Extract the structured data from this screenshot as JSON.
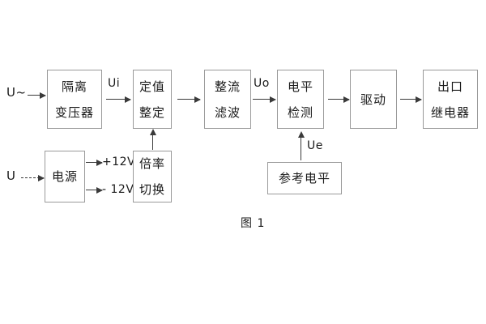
{
  "figure": {
    "caption": "图 1",
    "background_color": "#ffffff",
    "box_border_color": "#9a9a9a",
    "line_color": "#3a3a3a"
  },
  "blocks": {
    "isolation_transformer": {
      "line1": "隔离",
      "line2": "变压器"
    },
    "setting_value": {
      "line1": "定值",
      "line2": "整定"
    },
    "rectify_filter": {
      "line1": "整流",
      "line2": "滤波"
    },
    "level_detect": {
      "line1": "电平",
      "line2": "检测"
    },
    "drive": {
      "line1": "驱动"
    },
    "output_relay": {
      "line1": "出口",
      "line2": "继电器"
    },
    "power_supply": {
      "line1": "电源"
    },
    "ratio_switch": {
      "line1": "倍率",
      "line2": "切换"
    },
    "reference_level": {
      "line1": "参考电平"
    }
  },
  "signals": {
    "input_ac": "U~",
    "input_dc": "U",
    "ui": "Ui",
    "uo": "Uo",
    "ue": "Ue",
    "supply_positive": "+12V",
    "supply_negative": "- 12V"
  }
}
